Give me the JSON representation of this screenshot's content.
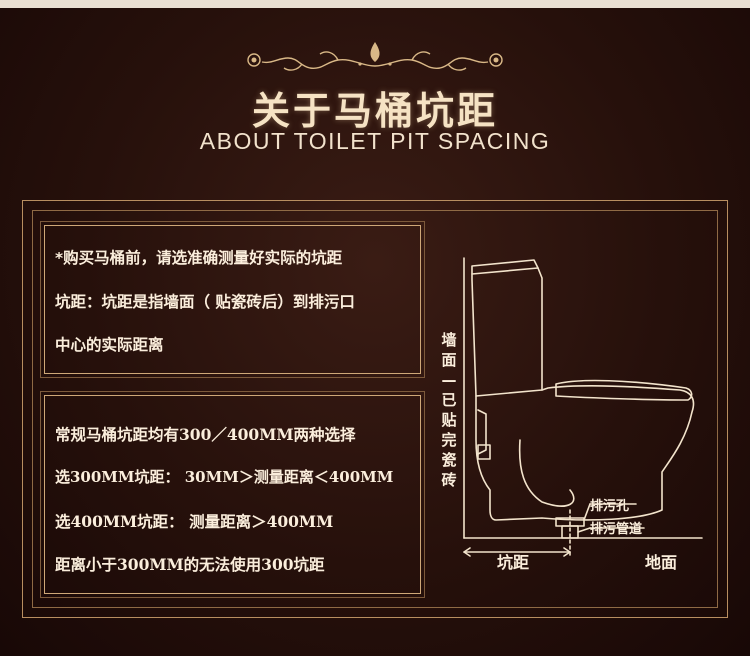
{
  "header": {
    "title": "关于马桶坑距",
    "subtitle": "ABOUT TOILET PIT SPACING"
  },
  "box1": {
    "lines": [
      "*购买马桶前，请选准确测量好实际的坑距",
      "坑距：坑距是指墙面（ 贴瓷砖后）到排污口",
      "中心的实际距离"
    ]
  },
  "box2": {
    "lines": [
      "常规马桶坑距均有300／400MM两种选择",
      "选300MM坑距：  30MM＞测量距离＜400MM",
      "选400MM坑距：  测量距离＞400MM",
      "距离小于300MM的无法使用300坑距"
    ]
  },
  "diagram": {
    "wall_label": "墙面—已贴完瓷砖",
    "drain_hole_label": "排污孔",
    "drain_pipe_label": "排污管道",
    "pit_label": "坑距",
    "floor_label": "地面"
  },
  "colors": {
    "background": "#26100b",
    "text": "#fbeedc",
    "gold": "#cfa878"
  }
}
